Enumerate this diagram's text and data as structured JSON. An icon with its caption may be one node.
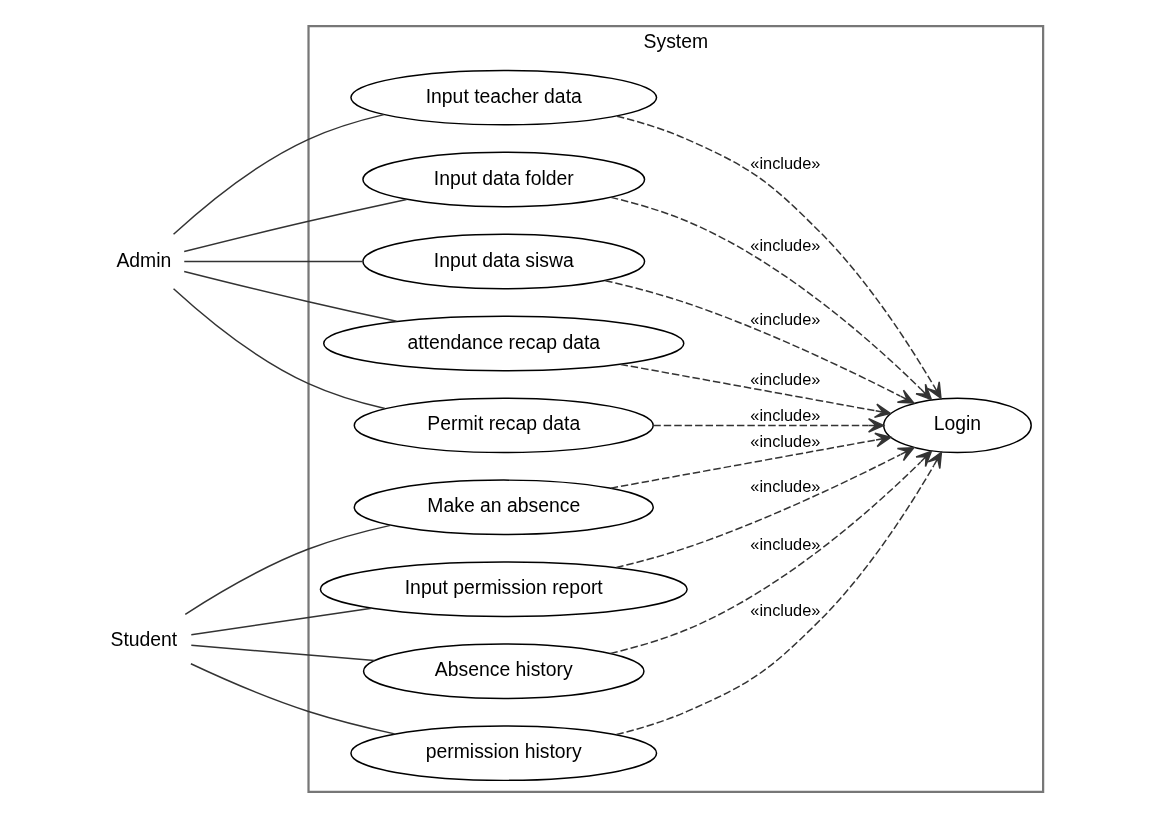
{
  "diagram": {
    "nodes": [
      {
        "text": [
          "System"
        ]
      },
      {
        "text": [
          "Input teacher data"
        ],
        "in": 0
      },
      {
        "text": [
          "Input data folder"
        ],
        "in": 0
      },
      {
        "text": [
          "Input data siswa"
        ],
        "in": 0
      },
      {
        "text": [
          "attendance recap data"
        ],
        "in": 0
      },
      {
        "text": [
          "Permit recap data"
        ],
        "in": 0
      },
      {
        "text": [
          "Make an absence"
        ],
        "in": 0
      },
      {
        "text": [
          "Input permission report"
        ],
        "in": 0
      },
      {
        "text": [
          "Absence history"
        ],
        "in": 0
      },
      {
        "text": [
          "permission history"
        ],
        "in": 0
      },
      {
        "text": [
          "Login"
        ],
        "in": 0
      },
      {
        "text": [
          "Admin"
        ]
      },
      {
        "text": [
          "Student"
        ]
      }
    ],
    "edges": [
      {
        "from": 11,
        "to": 1,
        "arrow": "none"
      },
      {
        "from": 11,
        "to": 2,
        "arrow": "none"
      },
      {
        "from": 11,
        "to": 3,
        "arrow": "none"
      },
      {
        "from": 11,
        "to": 4,
        "arrow": "none"
      },
      {
        "from": 11,
        "to": 5,
        "arrow": "none"
      },
      {
        "from": 12,
        "to": 6,
        "arrow": "none"
      },
      {
        "from": 12,
        "to": 7,
        "arrow": "none"
      },
      {
        "from": 12,
        "to": 8,
        "arrow": "none"
      },
      {
        "from": 12,
        "to": 9,
        "arrow": "none"
      },
      {
        "from": 1,
        "to": 10,
        "arrow": "to",
        "label": "«include»",
        "style": "dashed"
      },
      {
        "from": 2,
        "to": 10,
        "arrow": "to",
        "label": "«include»",
        "style": "dashed"
      },
      {
        "from": 3,
        "to": 10,
        "arrow": "to",
        "label": "«include»",
        "style": "dashed"
      },
      {
        "from": 4,
        "to": 10,
        "arrow": "to",
        "label": "«include»",
        "style": "dashed"
      },
      {
        "from": 5,
        "to": 10,
        "arrow": "to",
        "label": "«include»",
        "style": "dashed"
      },
      {
        "from": 6,
        "to": 10,
        "arrow": "to",
        "label": "«include»",
        "style": "dashed"
      },
      {
        "from": 7,
        "to": 10,
        "arrow": "to",
        "label": "«include»",
        "style": "dashed"
      },
      {
        "from": 8,
        "to": 10,
        "arrow": "to",
        "label": "«include»",
        "style": "dashed"
      },
      {
        "from": 9,
        "to": 10,
        "arrow": "to",
        "label": "«include»",
        "style": "dashed"
      }
    ]
  }
}
